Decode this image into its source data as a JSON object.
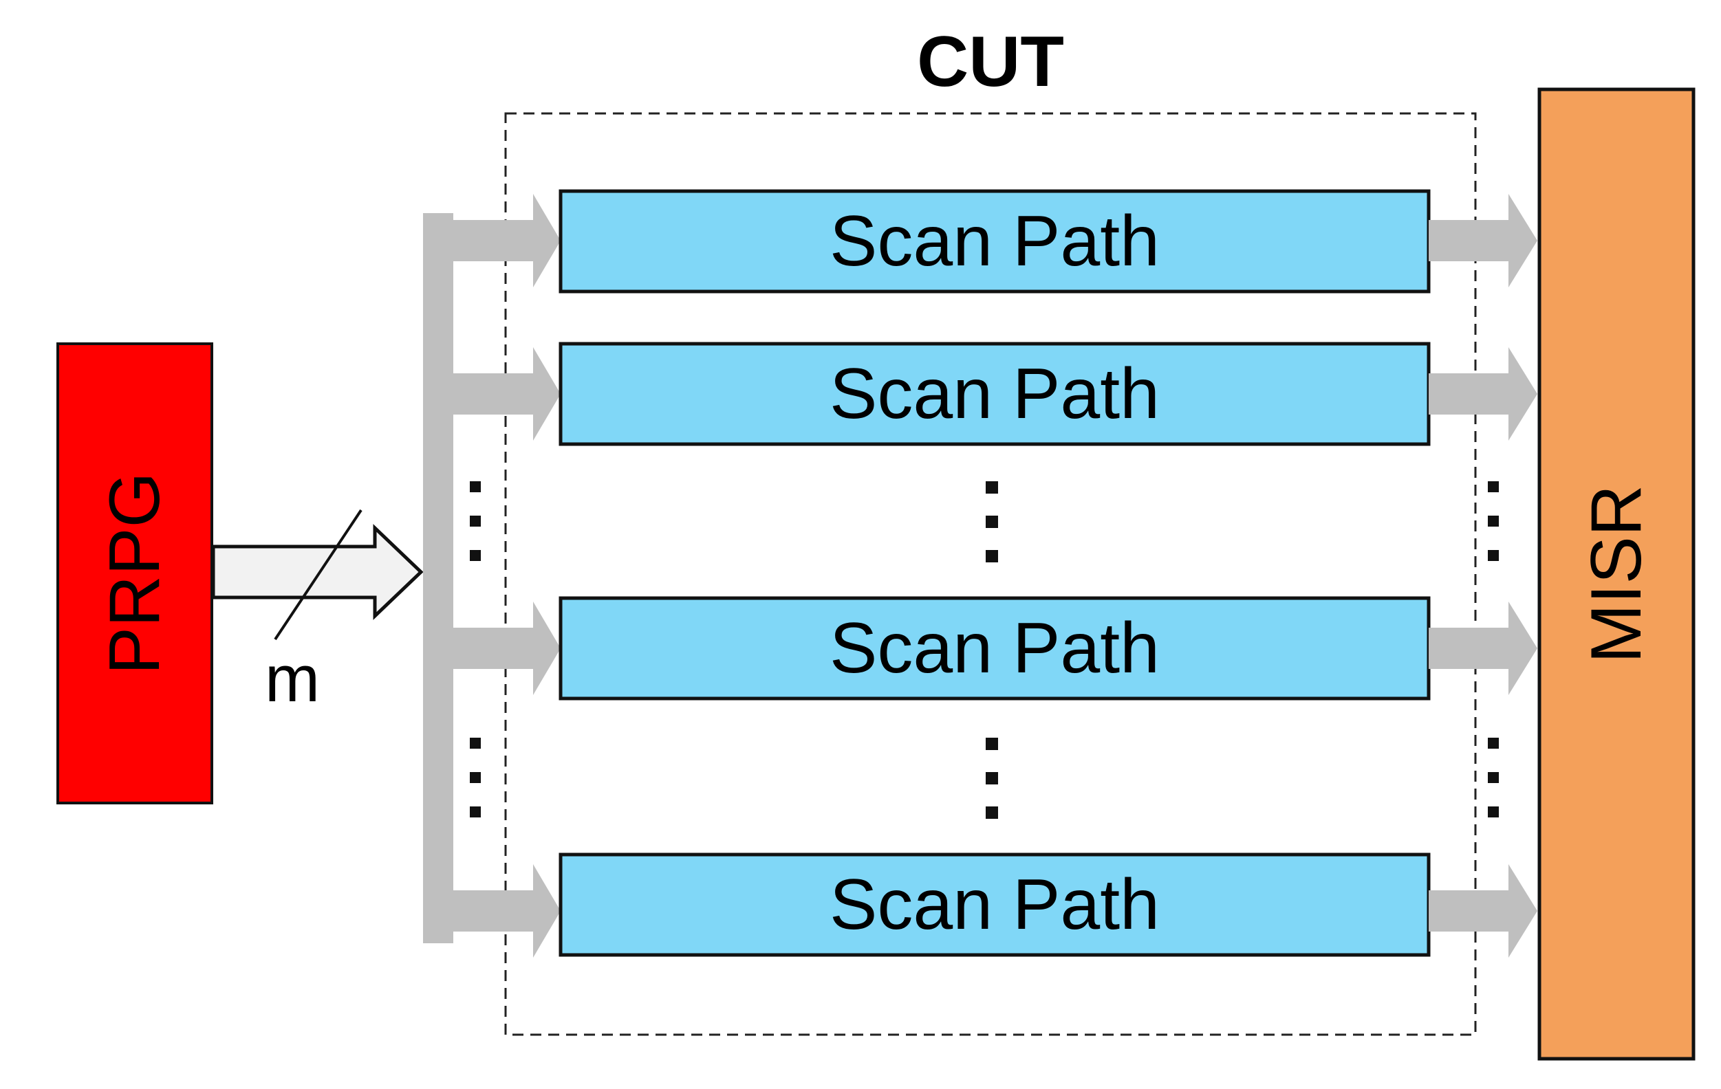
{
  "diagram": {
    "title": "CUT",
    "generator_label": "PRPG",
    "bus_width_label": "m",
    "compactor_label": "MISR",
    "scan_paths": [
      {
        "label": "Scan Path"
      },
      {
        "label": "Scan Path"
      },
      {
        "label": "Scan Path"
      },
      {
        "label": "Scan Path"
      }
    ],
    "colors": {
      "prpg_fill": "#ff0000",
      "misr_fill": "#f4a05a",
      "scan_path_fill": "#80d7f7",
      "bus_gray": "#bfbfbf",
      "bus_arrow_fill": "#f2f2f2"
    }
  }
}
